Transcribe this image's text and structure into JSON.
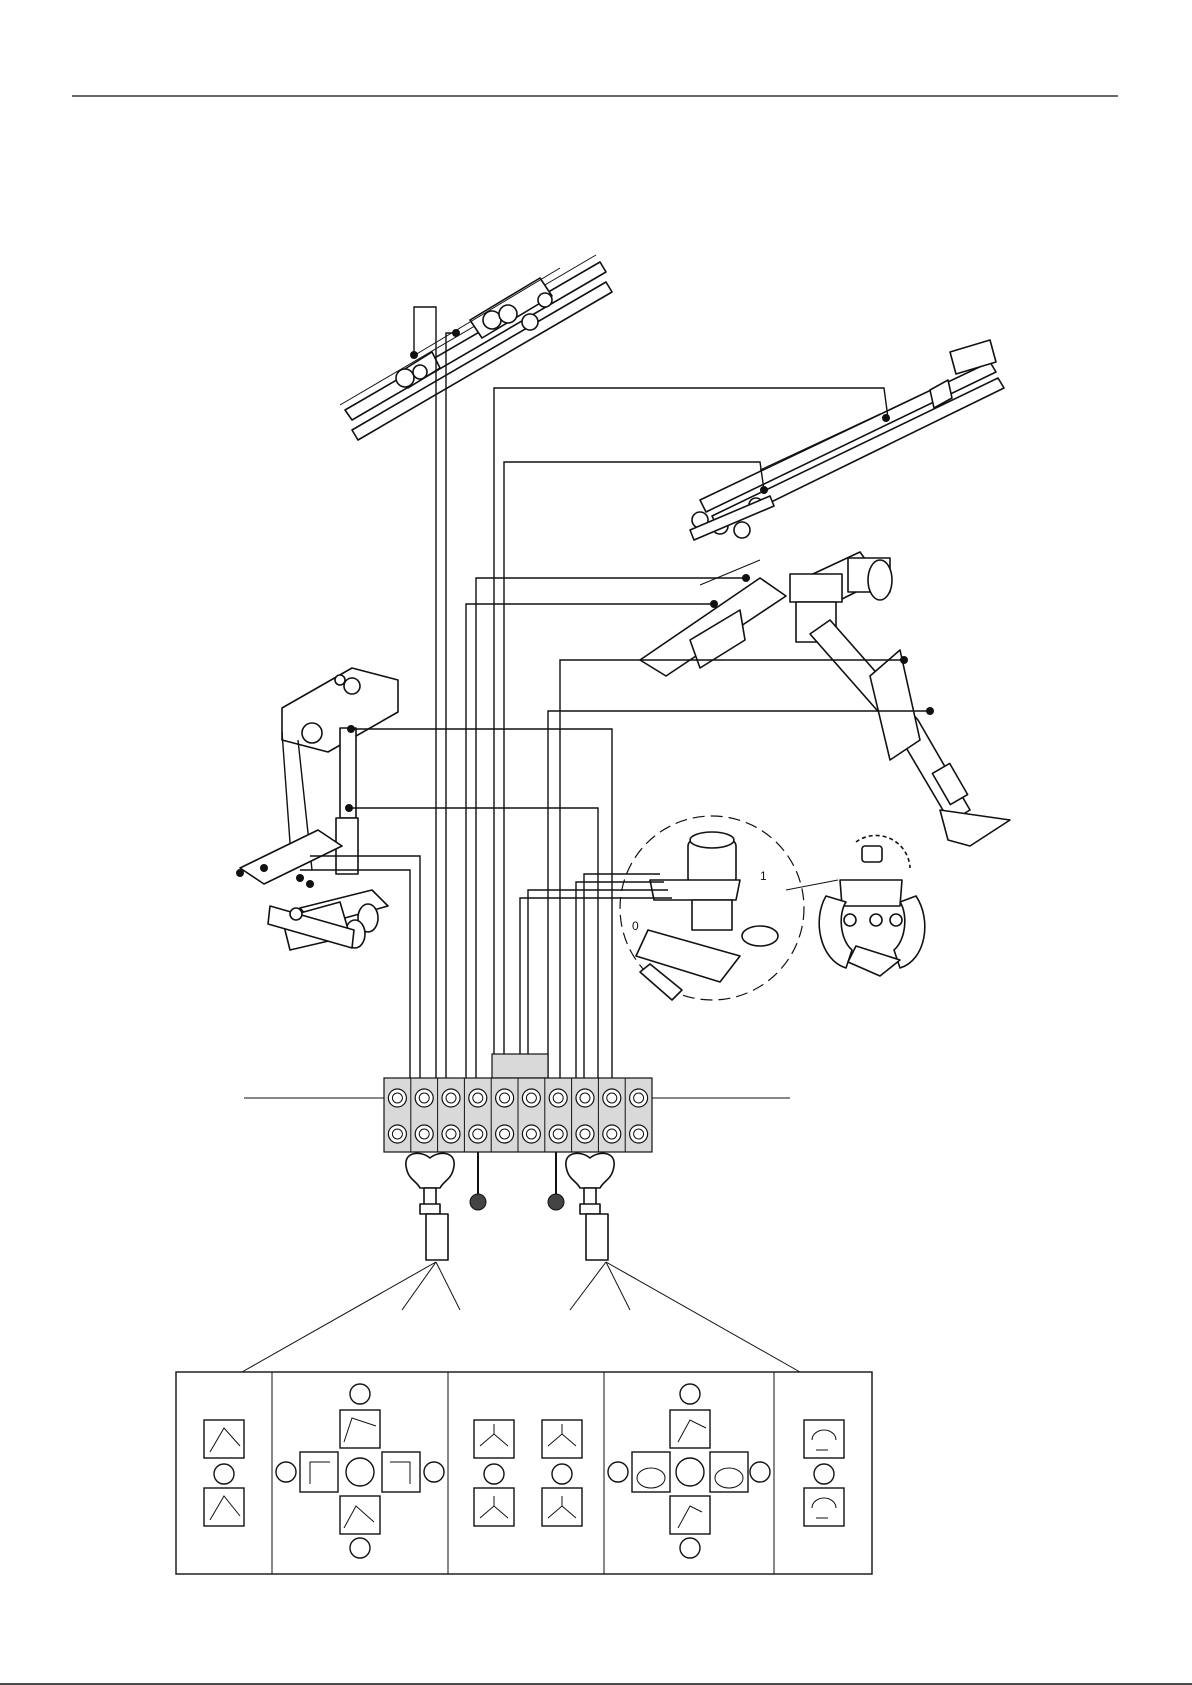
{
  "labels": {
    "grapple_zero": "0",
    "grapple_one": "1"
  },
  "figure": {
    "components": [
      {
        "name": "boom-tip-cylinder"
      },
      {
        "name": "extension-boom"
      },
      {
        "name": "crane-base-stabilizer"
      },
      {
        "name": "crane-column"
      },
      {
        "name": "rotator"
      },
      {
        "name": "grapple"
      },
      {
        "name": "control-valve-block"
      },
      {
        "name": "left-joystick"
      },
      {
        "name": "right-joystick"
      },
      {
        "name": "function-panels"
      }
    ],
    "valve_sections": 10,
    "panels": 5
  },
  "icons": [
    "boom-raise-icon",
    "boom-lower-icon",
    "jib-out-icon",
    "jib-in-icon",
    "slew-left-icon",
    "slew-right-icon",
    "stabilizer-left-down-icon",
    "stabilizer-right-down-icon",
    "stabilizer-left-up-icon",
    "stabilizer-right-up-icon",
    "extension-out-icon",
    "extension-in-icon",
    "rotator-left-icon",
    "rotator-right-icon",
    "grapple-open-icon",
    "grapple-close-icon"
  ]
}
